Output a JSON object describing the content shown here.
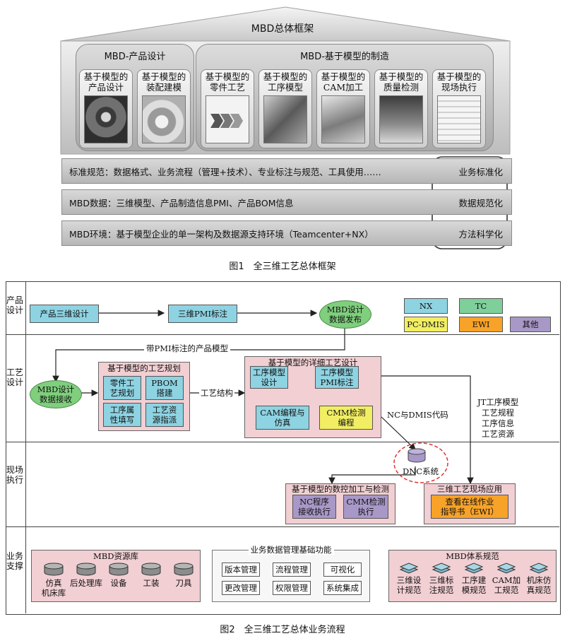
{
  "fig1": {
    "title": "MBD总体框架",
    "group_design": {
      "label": "MBD-产品设计",
      "modules": [
        {
          "l1": "基于模型的",
          "l2": "产品设计"
        },
        {
          "l1": "基于模型的",
          "l2": "装配建模"
        }
      ]
    },
    "group_mfg": {
      "label": "MBD-基于模型的制造",
      "modules": [
        {
          "l1": "基于模型的",
          "l2": "零件工艺"
        },
        {
          "l1": "基于模型的",
          "l2": "工序模型"
        },
        {
          "l1": "基于模型的",
          "l2": "CAM加工"
        },
        {
          "l1": "基于模型的",
          "l2": "质量检测"
        },
        {
          "l1": "基于模型的",
          "l2": "现场执行"
        }
      ]
    },
    "bands": [
      {
        "text": "标准规范：数据格式、业务流程（管理+技术）、专业标注与规范、工具使用……",
        "right": "业务标准化"
      },
      {
        "text": "MBD数据：三维模型、产品制造信息PMI、产品BOM信息",
        "right": "数据规范化"
      },
      {
        "text": "MBD环境：基于模型企业的单一架构及数据源支持环境（Teamcenter+NX）",
        "right": "方法科学化"
      }
    ],
    "caption": "图1　全三维工艺总体框架"
  },
  "fig2": {
    "lanes": {
      "product_design": "产品设计",
      "process_design": "工艺设计",
      "site_exec": "现场执行",
      "biz_support": "业务支撑"
    },
    "legend": {
      "nx": "NX",
      "tc": "TC",
      "pcdmis": "PC-DMIS",
      "ewi": "EWI",
      "other": "其他"
    },
    "pd_box1": "产品三维设计",
    "pd_box2": "三维PMI标注",
    "mbd_publish": {
      "l1": "MBD设计",
      "l2": "数据发布"
    },
    "pmi_model_label": "带PMI标注的产品模型",
    "mbd_receive": {
      "l1": "MBD设计",
      "l2": "数据接收"
    },
    "planning": {
      "title": "基于模型的工艺规划",
      "b1": {
        "l1": "零件工",
        "l2": "艺规划"
      },
      "b2": {
        "l1": "PBOM",
        "l2": "搭建"
      },
      "b3": {
        "l1": "工序属",
        "l2": "性填写"
      },
      "b4": {
        "l1": "工艺资",
        "l2": "源指派"
      }
    },
    "process_struct_label": "工艺结构",
    "detail": {
      "title": "基于模型的详细工艺设计",
      "b1": {
        "l1": "工序模型",
        "l2": "设计"
      },
      "b2": {
        "l1": "工序模型",
        "l2": "PMI标注"
      },
      "b3": {
        "l1": "CAM编程与",
        "l2": "仿真"
      },
      "b4": {
        "l1": "CMM检测",
        "l2": "编程"
      }
    },
    "nc_dmis_label": "NC与DMIS代码",
    "jt_labels": [
      "JT工序模型",
      "工艺规程",
      "工序信息",
      "工艺资源"
    ],
    "dnc": "DNC系统",
    "nc_group": {
      "title": "基于模型的数控加工与检测",
      "b1": {
        "l1": "NC程序",
        "l2": "接收执行"
      },
      "b2": {
        "l1": "CMM检测",
        "l2": "执行"
      }
    },
    "site_app": {
      "title": "三维工艺现场应用",
      "b1": {
        "l1": "查看在线作业",
        "l2": "指导书（EWI）"
      }
    },
    "resource_lib": {
      "title": "MBD资源库",
      "items": [
        {
          "l1": "仿真",
          "l2": "机床库"
        },
        {
          "l1": "后处理库",
          "l2": ""
        },
        {
          "l1": "设备",
          "l2": ""
        },
        {
          "l1": "工装",
          "l2": ""
        },
        {
          "l1": "刀具",
          "l2": ""
        }
      ]
    },
    "biz_mgmt": {
      "title": "业务数据管理基础功能",
      "items": [
        "版本管理",
        "流程管理",
        "可视化",
        "更改管理",
        "权限管理",
        "系统集成"
      ]
    },
    "mbd_spec": {
      "title": "MBD体系规范",
      "items": [
        {
          "l1": "三维设",
          "l2": "计规范"
        },
        {
          "l1": "三维标",
          "l2": "注规范"
        },
        {
          "l1": "工序建",
          "l2": "模规范"
        },
        {
          "l1": "CAM加",
          "l2": "工规范"
        },
        {
          "l1": "机床仿",
          "l2": "真规范"
        }
      ]
    },
    "caption": "图2　全三维工艺总体业务流程",
    "colors": {
      "nx": "#8ed3e2",
      "tc": "#7fcf9b",
      "pcdmis": "#f2ee63",
      "ewi": "#f7a229",
      "other": "#a898c7"
    }
  }
}
